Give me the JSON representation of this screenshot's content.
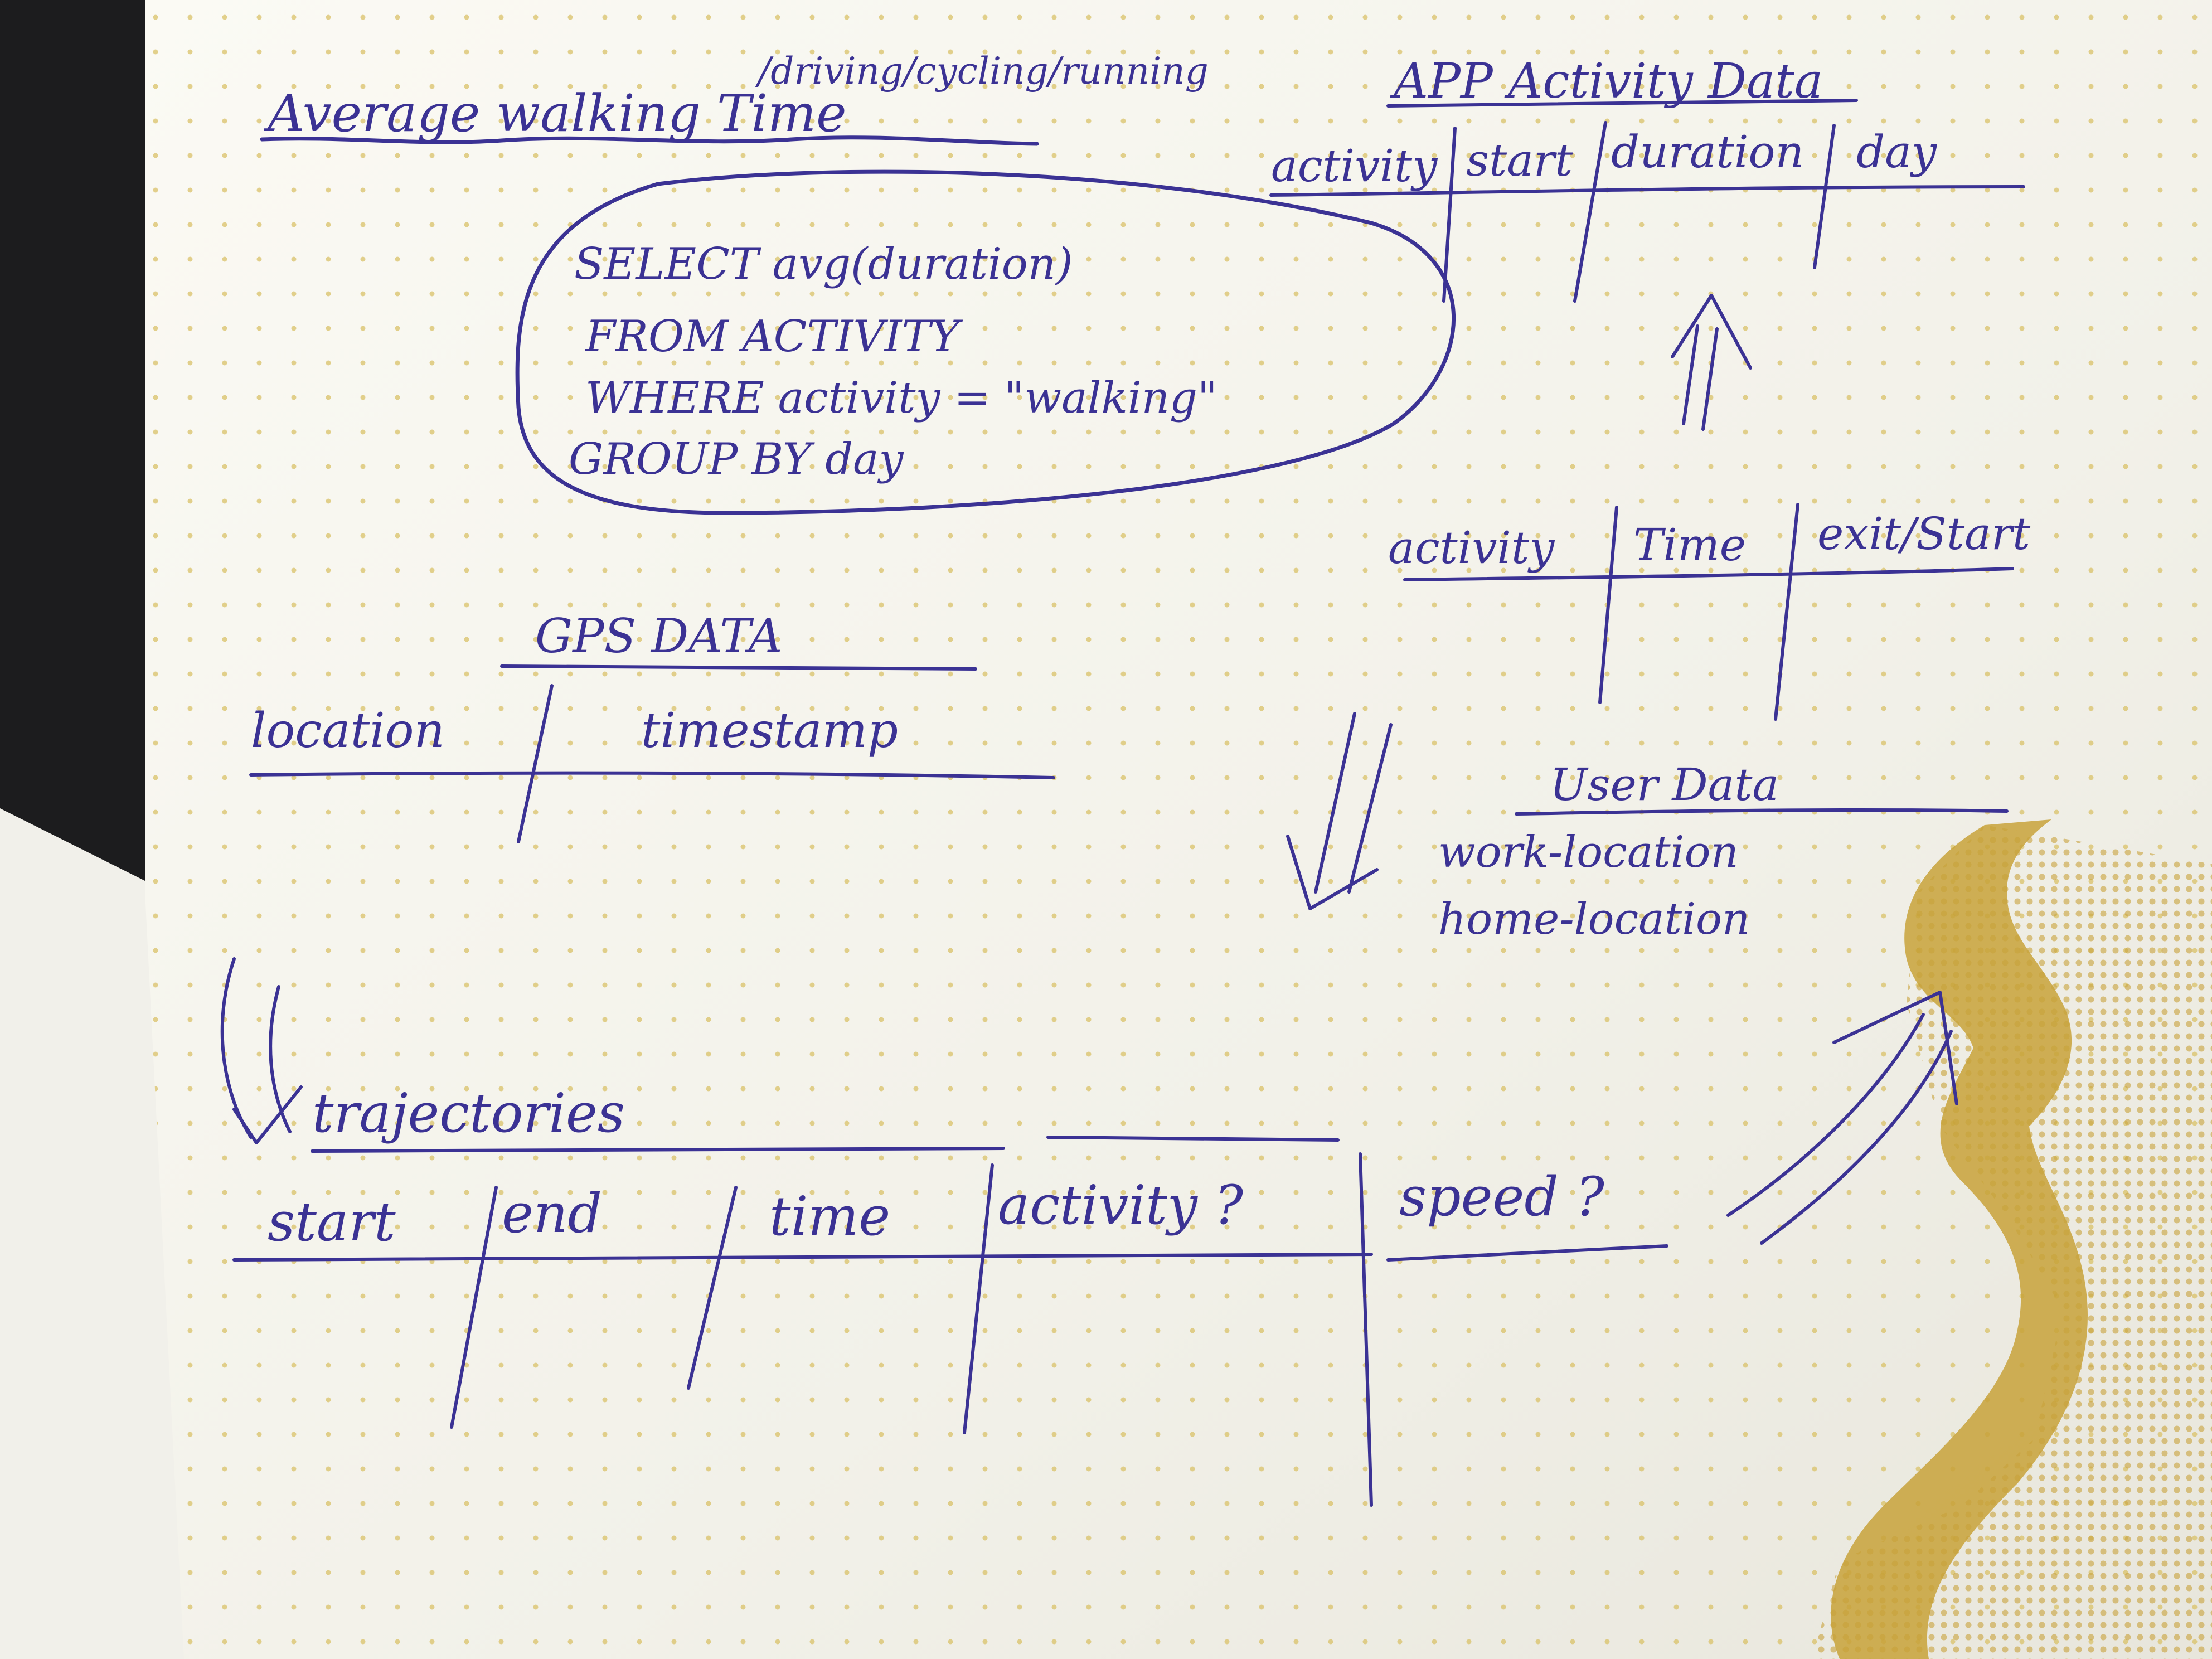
{
  "colors": {
    "ink": "#3b3294",
    "paper": "#f4f3ec",
    "dot_grid": "#d9c168",
    "mustard_print": "#c8a23a",
    "desk": "#1c1c1e"
  },
  "notes": {
    "left_title": "Average walking Time",
    "left_subtitle": "/driving/cycling/running",
    "sql": {
      "line1": "SELECT avg(duration)",
      "line2": "FROM ACTIVITY",
      "line3": "WHERE activity = \"walking\"",
      "line4": "GROUP BY day"
    }
  },
  "tables": {
    "app_activity": {
      "title": "APP Activity Data",
      "columns": [
        "activity",
        "start",
        "duration",
        "day"
      ]
    },
    "activity_time": {
      "columns": [
        "activity",
        "Time",
        "exit/Start"
      ]
    },
    "gps": {
      "title": "GPS DATA",
      "columns": [
        "location",
        "timestamp"
      ]
    },
    "user": {
      "title": "User Data",
      "rows": [
        "work-location",
        "home-location"
      ]
    },
    "trajectories": {
      "title": "trajectories",
      "columns": [
        "start",
        "end",
        "time",
        "activity ?",
        "speed ?"
      ]
    }
  }
}
